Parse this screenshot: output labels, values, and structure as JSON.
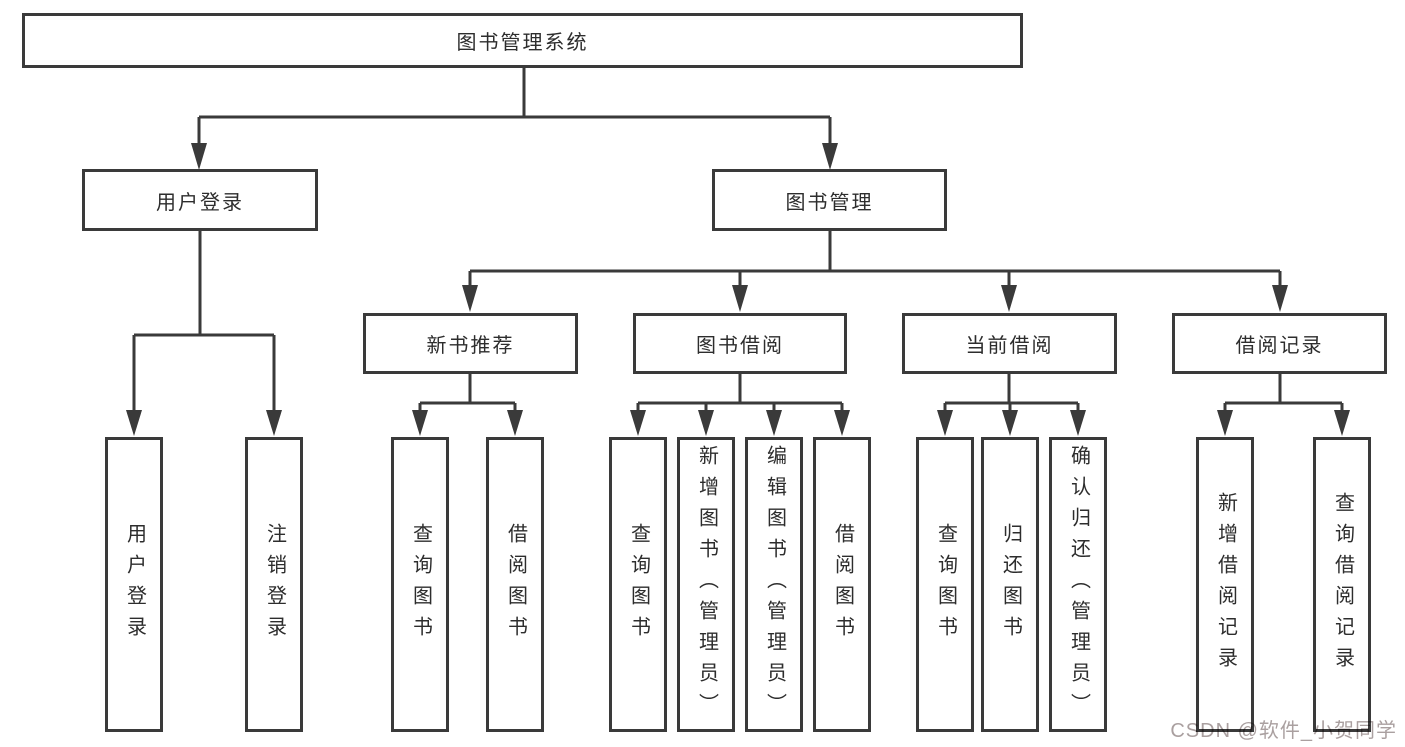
{
  "diagram_title": "图书管理系统",
  "colors": {
    "line": "#3a3a3a",
    "text": "#2d2d2d",
    "box_background": "#ffffff",
    "page_background": "#ffffff",
    "watermark": "#aaa0a0"
  },
  "nodes": {
    "root": {
      "label": "图书管理系统"
    },
    "level2": [
      {
        "label": "用户登录"
      },
      {
        "label": "图书管理"
      }
    ],
    "level3": [
      {
        "label": "新书推荐"
      },
      {
        "label": "图书借阅"
      },
      {
        "label": "当前借阅"
      },
      {
        "label": "借阅记录"
      }
    ],
    "leaves": [
      {
        "label": "用户登录",
        "parent": "用户登录"
      },
      {
        "label": "注销登录",
        "parent": "用户登录"
      },
      {
        "label": "查询图书",
        "parent": "新书推荐"
      },
      {
        "label": "借阅图书",
        "parent": "新书推荐"
      },
      {
        "label": "查询图书",
        "parent": "图书借阅"
      },
      {
        "label": "新增图书（管理员）",
        "parent": "图书借阅"
      },
      {
        "label": "编辑图书（管理员）",
        "parent": "图书借阅"
      },
      {
        "label": "借阅图书",
        "parent": "图书借阅"
      },
      {
        "label": "查询图书",
        "parent": "当前借阅"
      },
      {
        "label": "归还图书",
        "parent": "当前借阅"
      },
      {
        "label": "确认归还（管理员）",
        "parent": "当前借阅"
      },
      {
        "label": "新增借阅记录",
        "parent": "借阅记录"
      },
      {
        "label": "查询借阅记录",
        "parent": "借阅记录"
      }
    ]
  },
  "watermark": {
    "text": "CSDN @软件_小贺同学"
  }
}
